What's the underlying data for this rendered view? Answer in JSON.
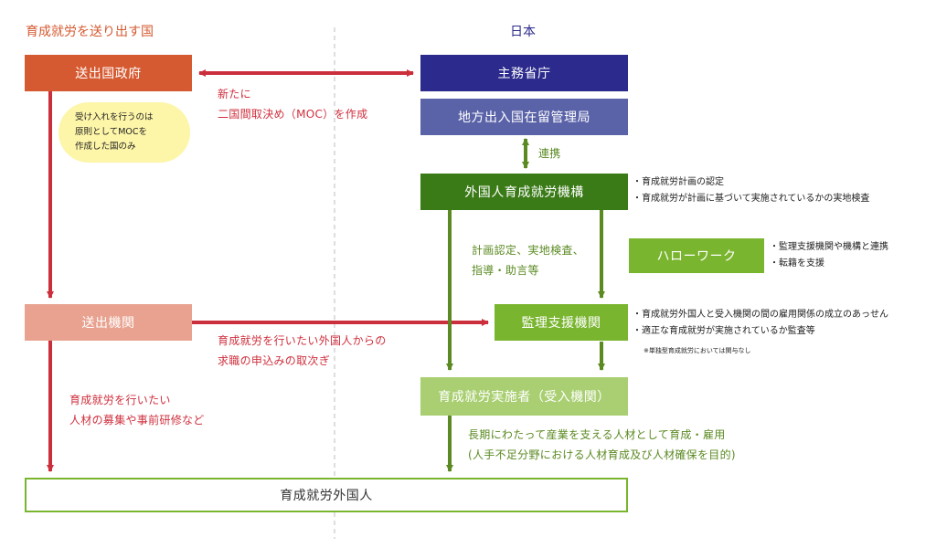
{
  "headers": {
    "sending_country": "育成就労を送り出す国",
    "japan": "日本"
  },
  "boxes": {
    "sending_gov": "送出国政府",
    "ministries": "主務省庁",
    "immigration_bureau": "地方出入国在留管理局",
    "ofc_organization": "外国人育成就労機構",
    "hello_work": "ハローワーク",
    "sending_agency": "送出機関",
    "supervising_org": "監理支援機関",
    "implementer": "育成就労実施者（受入機関）",
    "foreign_worker": "育成就労外国人"
  },
  "callout": {
    "lines": [
      "受け入れを行うのは",
      "原則としてMOCを",
      "作成した国のみ"
    ]
  },
  "labels": {
    "moc_line1": "新たに",
    "moc_line2": "二国間取決め（MOC）を作成",
    "cooperation": "連携",
    "certification_line1": "計画認定、実地検査、",
    "certification_line2": "指導・助言等",
    "referral_line1": "育成就労を行いたい外国人からの",
    "referral_line2": "求職の申込みの取次ぎ",
    "recruit_line1": "育成就労を行いたい",
    "recruit_line2": "人材の募集や事前研修など",
    "longterm_line1": "長期にわたって産業を支える人材として育成・雇用",
    "longterm_line2": "(人手不足分野における人材育成及び人材確保を目的)"
  },
  "notes": {
    "organization": [
      "・育成就労計画の認定",
      "・育成就労が計画に基づいて実施されているかの実地検査"
    ],
    "hello_work": [
      "・監理支援機関や機構と連携",
      "・転籍を支援"
    ],
    "supervising": [
      "・育成就労外国人と受入機関の間の雇用関係の成立のあっせん",
      "・適正な育成就労が実施されているか監査等"
    ],
    "supervising_small": "※単独型育成就労においては関与なし"
  },
  "colors": {
    "orange_red": "#d55a31",
    "salmon": "#e8a28f",
    "navy": "#2c2a8c",
    "slate_blue": "#5a62a8",
    "dark_green": "#3a7b18",
    "lime_green": "#7ab52f",
    "light_green": "#a9cf72",
    "red_arrow": "#cc2f3c",
    "green_arrow": "#5b8a22",
    "callout_yellow": "#fdf5a8"
  }
}
